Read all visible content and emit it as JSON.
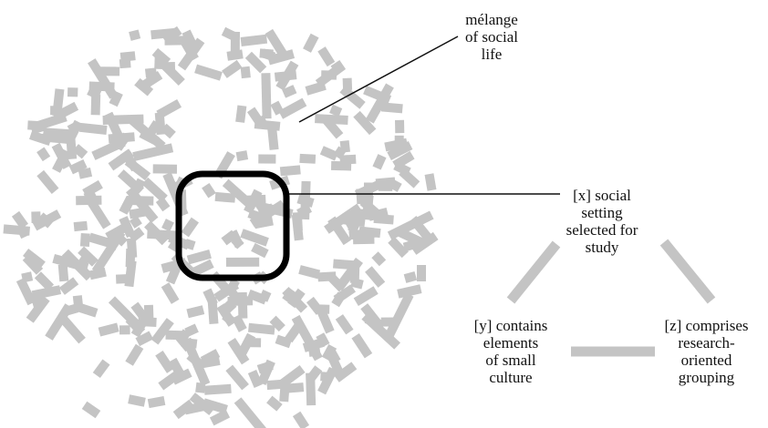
{
  "labels": {
    "melange": [
      "mélange",
      "of social",
      "life"
    ],
    "x": [
      "[x] social",
      "setting",
      "selected for",
      "study"
    ],
    "y": [
      "[y] contains",
      "elements",
      "of small",
      "culture"
    ],
    "z": [
      "[z] comprises",
      "research-",
      "oriented",
      "grouping"
    ]
  },
  "colors": {
    "fragment": "#c4c4c4",
    "ink": "#111111",
    "frame": "#000000"
  }
}
